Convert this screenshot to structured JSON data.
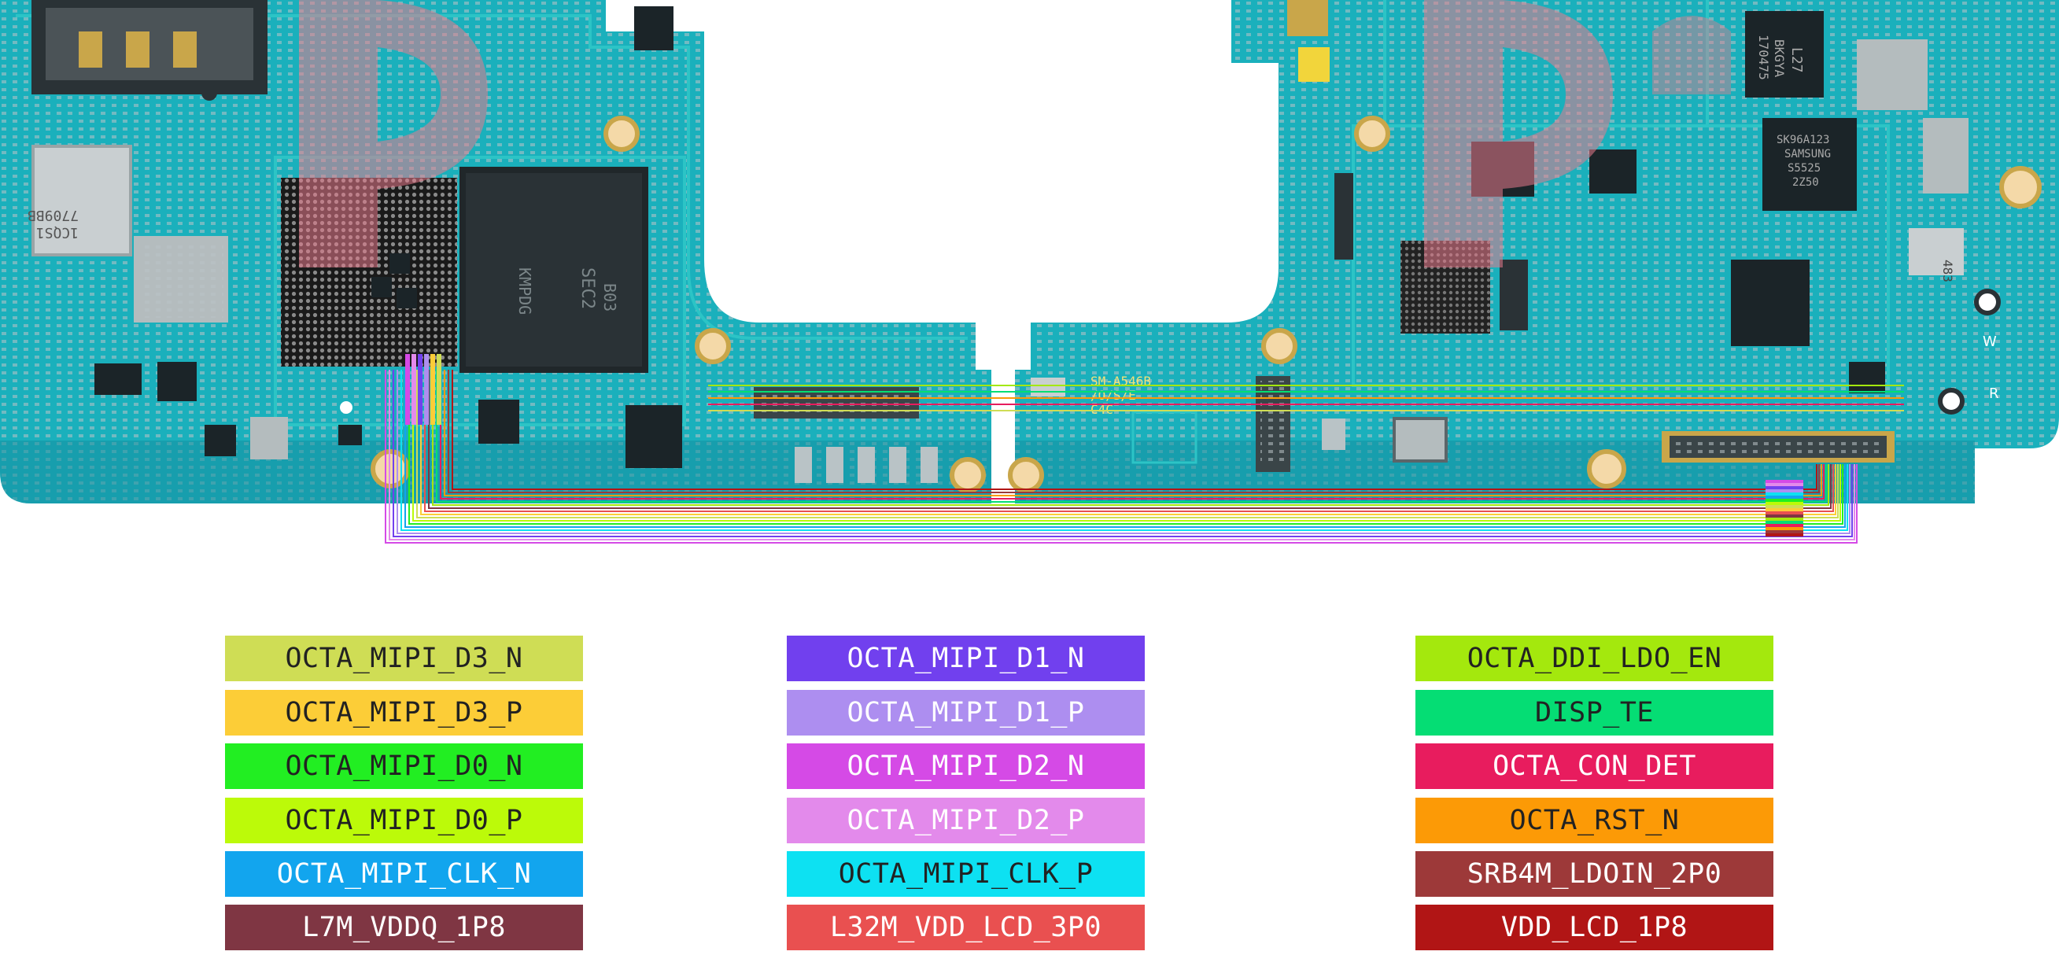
{
  "board": {
    "silkscreen": [
      "SM-A546B",
      "/O/S/E",
      "C4C"
    ],
    "chip_markings": {
      "wifi_module": [
        "7709BB",
        "1CQS1"
      ],
      "power_ic": [
        "SK96A123",
        "SAMSUNG",
        "S5525",
        "2Z50"
      ],
      "top_ic": [
        "L27",
        "BKGYA",
        "170475"
      ],
      "memory": [
        "KMPDG",
        "SEC2",
        "B03"
      ],
      "small_label": "483",
      "right_label": "483"
    },
    "antenna_labels": [
      "W",
      "R"
    ],
    "colors": {
      "pcb": "#1ab0bc",
      "pcb_dark": "#1690a0",
      "trace_light": "#2cc4c6",
      "watermark": "#e87a8c"
    }
  },
  "legend": [
    {
      "label": "OCTA_MIPI_D3_N",
      "bg": "#cfdd55",
      "fg": "#222222"
    },
    {
      "label": "OCTA_MIPI_D3_P",
      "bg": "#fccd37",
      "fg": "#222222"
    },
    {
      "label": "OCTA_MIPI_D0_N",
      "bg": "#22ee22",
      "fg": "#222222"
    },
    {
      "label": "OCTA_MIPI_D0_P",
      "bg": "#bcfa09",
      "fg": "#222222"
    },
    {
      "label": "OCTA_MIPI_CLK_N",
      "bg": "#12a5ee",
      "fg": "#ffffff"
    },
    {
      "label": "L7M_VDDQ_1P8",
      "bg": "#7f3643",
      "fg": "#ffffff"
    },
    {
      "label": "OCTA_MIPI_D1_N",
      "bg": "#7140ee",
      "fg": "#ffffff"
    },
    {
      "label": "OCTA_MIPI_D1_P",
      "bg": "#ad8ef0",
      "fg": "#ffffff"
    },
    {
      "label": "OCTA_MIPI_D2_N",
      "bg": "#d54ae6",
      "fg": "#ffffff"
    },
    {
      "label": "OCTA_MIPI_D2_P",
      "bg": "#e38aeb",
      "fg": "#ffffff"
    },
    {
      "label": "OCTA_MIPI_CLK_P",
      "bg": "#0de1f2",
      "fg": "#222222"
    },
    {
      "label": "L32M_VDD_LCD_3P0",
      "bg": "#e95050",
      "fg": "#ffffff"
    },
    {
      "label": "OCTA_DDI_LDO_EN",
      "bg": "#a4e80d",
      "fg": "#222222"
    },
    {
      "label": "DISP_TE",
      "bg": "#05dd74",
      "fg": "#222222"
    },
    {
      "label": "OCTA_CON_DET",
      "bg": "#e81c5e",
      "fg": "#ffffff"
    },
    {
      "label": "OCTA_RST_N",
      "bg": "#fc9a06",
      "fg": "#222222"
    },
    {
      "label": "SRB4M_LDOIN_2P0",
      "bg": "#9d3939",
      "fg": "#ffffff"
    },
    {
      "label": "VDD_LCD_1P8",
      "bg": "#b11515",
      "fg": "#ffffff"
    }
  ]
}
